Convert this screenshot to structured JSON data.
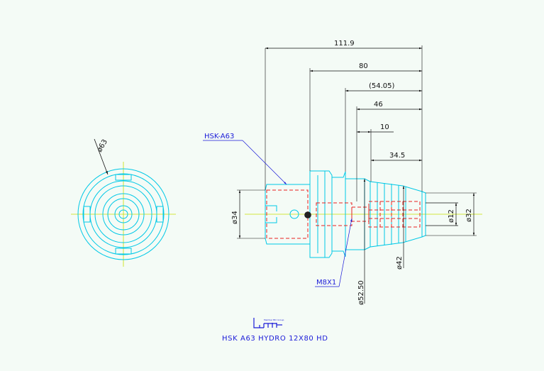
{
  "dimensions": {
    "overall_length": "111.9",
    "length_80": "80",
    "ref_length": "(54.05)",
    "length_46": "46",
    "length_10": "10",
    "length_34_5": "34.5",
    "dia_63": "ø63",
    "dia_34": "ø34",
    "dia_12": "ø12",
    "dia_32": "ø32",
    "dia_42": "ø42",
    "dia_52_50": "ø52.50"
  },
  "callouts": {
    "interface": "HSK-A63",
    "thread": "M8X1"
  },
  "title_block": {
    "part_name": "HSK A63 HYDRO 12X80 HD",
    "logo_tagline": "Member BIC Group"
  },
  "colors": {
    "outline": "#00c8e6",
    "hidden": "#e82020",
    "centerline": "#c8e000",
    "dimension": "#111111",
    "annotation": "#1a1ad8"
  }
}
